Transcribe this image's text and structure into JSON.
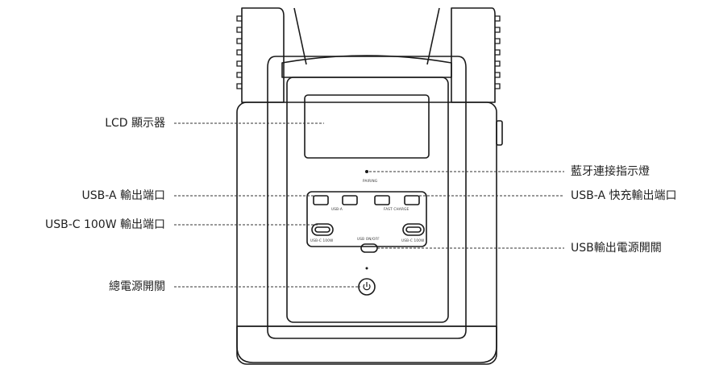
{
  "callouts_left": [
    {
      "id": "lcd",
      "text": "LCD 顯示器"
    },
    {
      "id": "usba",
      "text": "USB-A 輸出端口"
    },
    {
      "id": "usbc",
      "text": "USB-C 100W 輸出端口"
    },
    {
      "id": "main-power",
      "text": "總電源開關"
    }
  ],
  "callouts_right": [
    {
      "id": "bt",
      "text": "藍牙連接指示燈"
    },
    {
      "id": "usba-fast",
      "text": "USB-A 快充輸出端口"
    },
    {
      "id": "usb-switch",
      "text": "USB輸出電源開關"
    }
  ],
  "panel": {
    "pairing": "PAIRING",
    "usba": "USB-A",
    "fast_charge": "FAST CHARGE",
    "usbc_left": "USB-C 100W",
    "usbc_right": "USB-C 100W",
    "usb_onoff": "USB ON/OFF"
  },
  "colors": {
    "line": "#1a1a1a",
    "leader": "#333333",
    "bg": "#ffffff"
  }
}
